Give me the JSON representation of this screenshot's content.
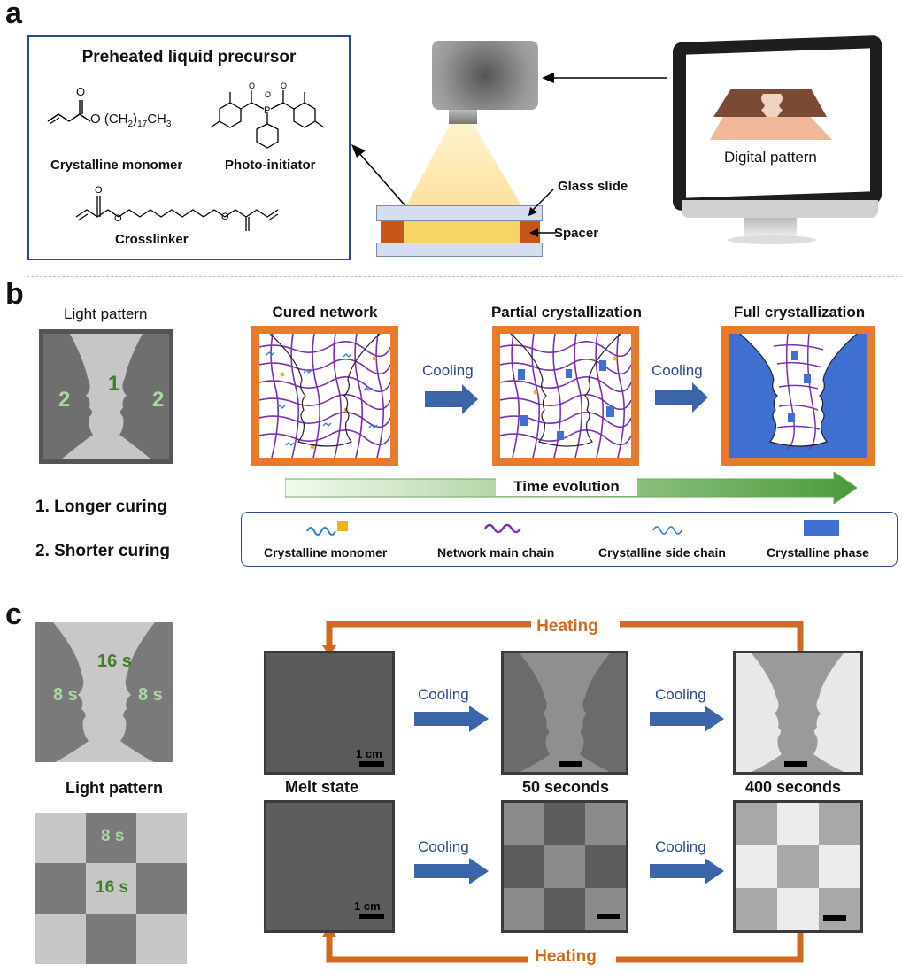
{
  "panel_a": {
    "letter": "a",
    "box_title": "Preheated liquid precursor",
    "monomer_formula_main": "O",
    "monomer_formula_chain": "(CH",
    "monomer_formula_sub2": "2",
    "monomer_formula_close": ")",
    "monomer_formula_sub17": "17",
    "monomer_formula_end": "CH",
    "monomer_formula_sub3": "3",
    "crystalline_monomer": "Crystalline monomer",
    "photo_initiator": "Photo-initiator",
    "crosslinker": "Crosslinker",
    "glass_slide": "Glass slide",
    "spacer": "Spacer",
    "digital_pattern": "Digital pattern"
  },
  "panel_b": {
    "letter": "b",
    "light_pattern": "Light pattern",
    "region_1": "1",
    "region_2_left": "2",
    "region_2_right": "2",
    "cured_network": "Cured network",
    "partial_crystallization": "Partial crystallization",
    "full_crystallization": "Full crystallization",
    "cooling_1": "Cooling",
    "cooling_2": "Cooling",
    "time_evolution": "Time evolution",
    "longer_curing": "1. Longer curing",
    "shorter_curing": "2. Shorter curing",
    "legend": {
      "crystalline_monomer": "Crystalline monomer",
      "network_main_chain": "Network main chain",
      "crystalline_side_chain": "Crystalline side chain",
      "crystalline_phase": "Crystalline phase"
    }
  },
  "panel_c": {
    "letter": "c",
    "heating_top": "Heating",
    "heating_bottom": "Heating",
    "light_pattern": "Light pattern",
    "vase_center_time": "16 s",
    "vase_left_time": "8 s",
    "vase_right_time": "8 s",
    "checker_top_time": "8 s",
    "checker_center_time": "16 s",
    "melt_state": "Melt state",
    "seconds_50": "50 seconds",
    "seconds_400": "400 seconds",
    "cooling_1": "Cooling",
    "cooling_2": "Cooling",
    "cooling_3": "Cooling",
    "cooling_4": "Cooling",
    "scale_1": "1 cm",
    "scale_2": "1 cm"
  },
  "colors": {
    "blue_arrow": "#3c64a8",
    "orange": "#d2691e",
    "frame_orange": "#e87a2c",
    "green_text": "#3f7f2a",
    "network_purple": "#7a2fb0",
    "side_chain_blue": "#2a7fd0",
    "crystal_blue": "#3f6fd0",
    "monomer_gold": "#f2b21c",
    "box_border": "#2a4a8a"
  }
}
